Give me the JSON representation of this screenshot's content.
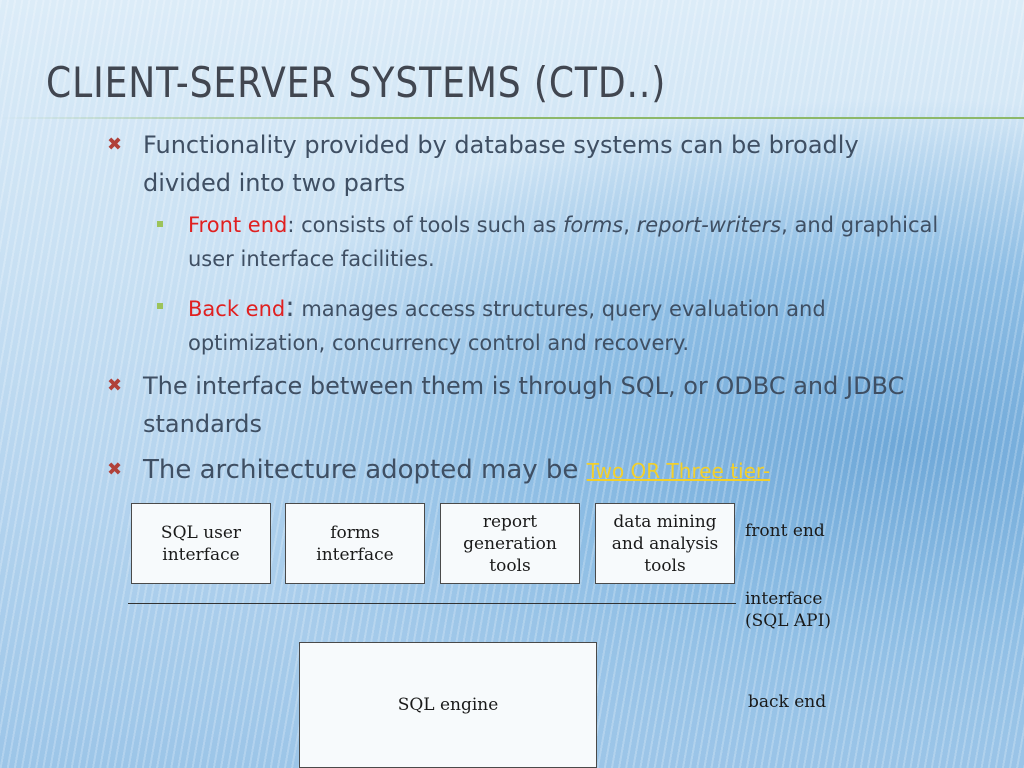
{
  "slide": {
    "title": "Client-Server Systems (Ctd..)",
    "bullets": [
      {
        "text": "Functionality provided by database systems can be broadly divided into two parts",
        "subbullets": [
          {
            "term": "Front end",
            "sep": ":",
            "parts": [
              " consists of tools such as ",
              "forms",
              ", ",
              "report-writers",
              ", and graphical user interface facilities."
            ]
          },
          {
            "term": "Back end",
            "sep": ":",
            "parts": [
              " manages access structures, query evaluation and optimization, concurrency control and recovery."
            ]
          }
        ]
      },
      {
        "text": "The interface between them is through SQL, or ODBC and JDBC standards"
      },
      {
        "text": "The architecture adopted may be ",
        "link": "Two OR Three tier-"
      }
    ]
  },
  "diagram": {
    "front_boxes": [
      "SQL user\ninterface",
      "forms\ninterface",
      "report\ngeneration\ntools",
      "data mining\nand analysis\ntools"
    ],
    "engine_box": "SQL engine",
    "labels": {
      "front": "front end",
      "interface": "interface\n(SQL  API)",
      "back": "back end"
    }
  },
  "colors": {
    "title": "#414650",
    "body_text": "#3f4f63",
    "term_red": "#e02020",
    "link_yellow": "#f2cf2c",
    "bullet_mark": "#b0413a",
    "subbullet_mark": "#9cc35a",
    "rule_green": "#8db86a"
  },
  "icons": {
    "bullet": "x-mark-icon",
    "subbullet": "square-bullet-icon"
  }
}
